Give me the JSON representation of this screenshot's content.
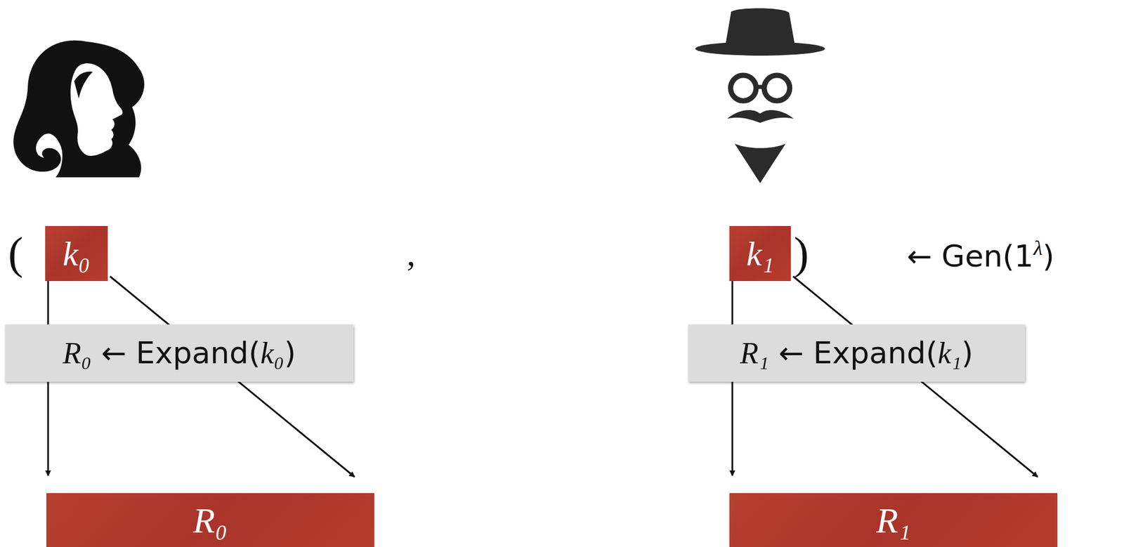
{
  "diagram": {
    "nodes": [
      {
        "text": [
          "k₀"
        ]
      },
      {
        "text": [
          "k₁"
        ]
      },
      {
        "text": [
          "R₀ ← Expand(k₀)"
        ]
      },
      {
        "text": [
          "R₁ ← Expand(k₁)"
        ]
      },
      {
        "text": [
          "R₀"
        ]
      },
      {
        "text": [
          "R₁"
        ]
      }
    ],
    "edges": [
      {
        "from": 0,
        "to": 4,
        "arrow": "to"
      },
      {
        "from": 0,
        "to": 4,
        "arrow": "to"
      },
      {
        "from": 1,
        "to": 5,
        "arrow": "to"
      },
      {
        "from": 1,
        "to": 5,
        "arrow": "to"
      }
    ],
    "labels": [
      "(",
      ",",
      ")",
      "← Gen(1λ)"
    ]
  }
}
